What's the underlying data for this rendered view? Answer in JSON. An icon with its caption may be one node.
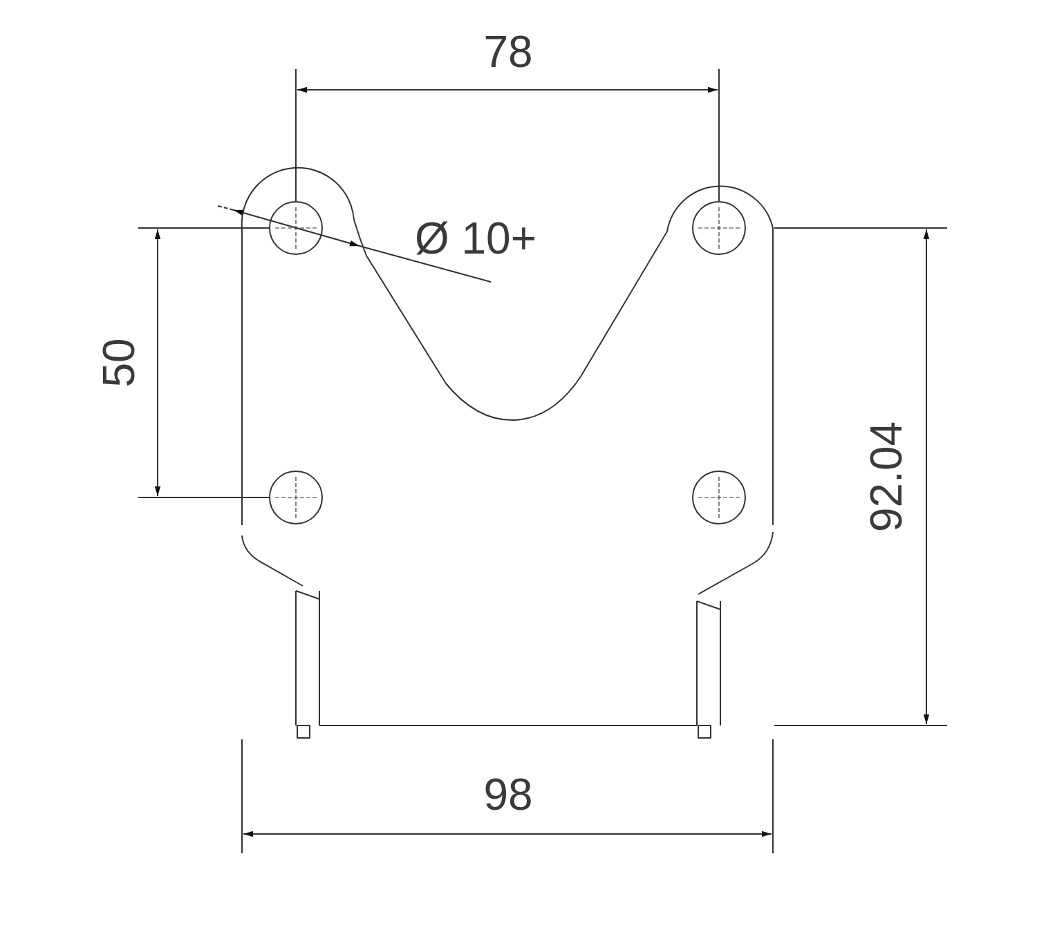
{
  "diagram": {
    "labels": [
      "78",
      "Ø 10+",
      "50",
      "92.04",
      "98"
    ]
  }
}
